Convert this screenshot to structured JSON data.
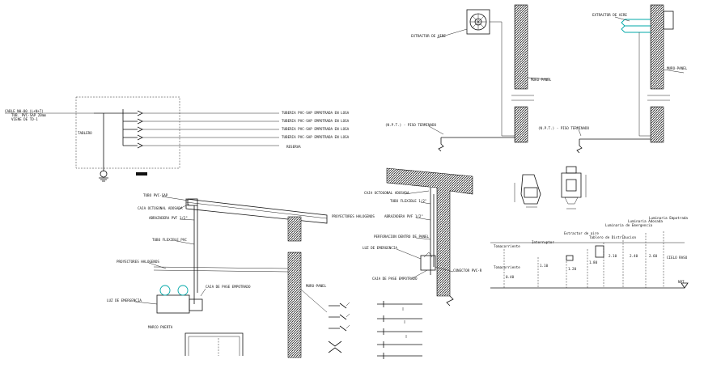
{
  "palette": {
    "line": "#111111",
    "accent": "#00a8a8",
    "background": "#ffffff"
  },
  "labels": {
    "extractor_left": "EXTRACTOR DE AIRE",
    "extractor_right": "EXTRACTOR DE AIRE",
    "muro_panel_1": "MURO-PANEL",
    "muro_panel_2": "MURO-PANEL",
    "muro_panel_3": "MURO-PANEL",
    "npt_left": "(N.P.T.) - PISO TERMINADO",
    "npt_right": "(N.P.T.) - PISO TERMINADO",
    "cable_note_1": "CABLE NH-80 (L+N+T)",
    "cable_note_2": "TUB. PVC-SAP 20mm",
    "cable_note_3": "VIENE DE TD-1",
    "tablero_label": "TABLERO",
    "circuit_spec": "TUBERIA PVC-SAP EMPOTRADA EN LOSA",
    "reserva": "RESERVA",
    "tubo_pvc_sap": "TUBO PVC-SAP",
    "caja_octogonal_left": "CAJA OCTOGONAL ADOSADA",
    "caja_octogonal_right": "CAJA OCTOGONAL ADOSADA",
    "abrazadera_left": "ABRAZADERA PVF 1/2\"",
    "abrazadera_right": "ABRAZADERA PVF 1/2\"",
    "tubo_flexible_left": "TUBO FLEXIBLE PVC",
    "tubo_flexible_right": "TUBO FLEXIBLE 1/2\"",
    "proyectores": "PROYECTORES HALOGENOS",
    "perforacion": "PERFORACION DENTRO DE PANEL",
    "luz_emergencia_left": "LUZ DE EMERGENCIA",
    "luz_emergencia_right": "LUZ DE EMERGENCIA",
    "caja_paso_left": "CAJA DE PASE EMPOTRADO",
    "caja_paso_right": "CAJA DE PASE EMPOTRADO",
    "marco_puerta": "MARCO PUERTA",
    "conector": "CONECTOR PVC-R",
    "interruptor": "Interruptor",
    "tomacorriente_1": "Tomacorriente",
    "tomacorriente_2": "Tomacorriente",
    "extractor_pared": "Extractor de aire",
    "tablero_dist": "Tablero de Distribucion",
    "luminaria_1": "Luminaria de Emergencia",
    "luminaria_2": "Luminaria Adosada",
    "luminaria_3": "Luminaria Empotrada",
    "cielo_raso": "CIELO RASO",
    "npt_small": "NPT",
    "h_040": "0.40",
    "h_110": "1.10",
    "h_120": "1.20",
    "h_180": "1.80",
    "h_210": "2.10",
    "h_240": "2.40",
    "h_260": "2.60"
  }
}
